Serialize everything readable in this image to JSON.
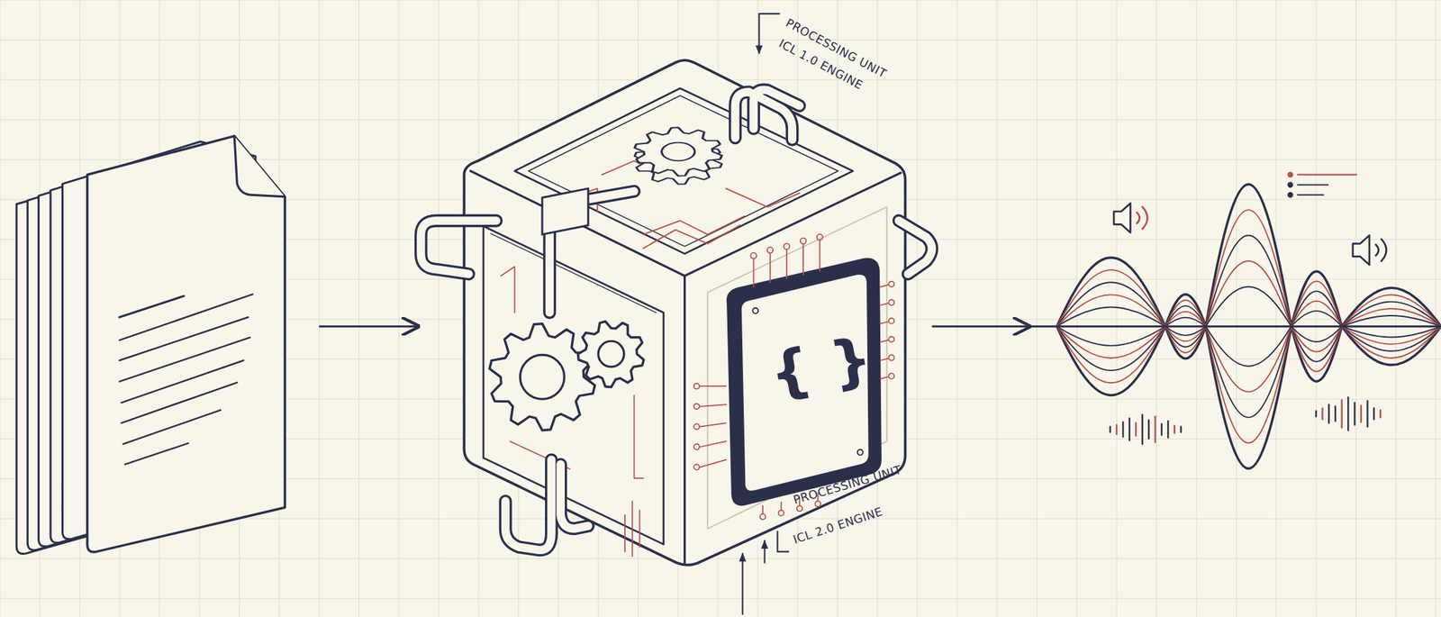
{
  "diagram": {
    "labels": [
      "PROCESSING UNIT",
      "ICL 1.0 ENGINE",
      "{ }",
      "PROCESSING UNIT",
      "ICL 2.0 ENGINE"
    ]
  }
}
